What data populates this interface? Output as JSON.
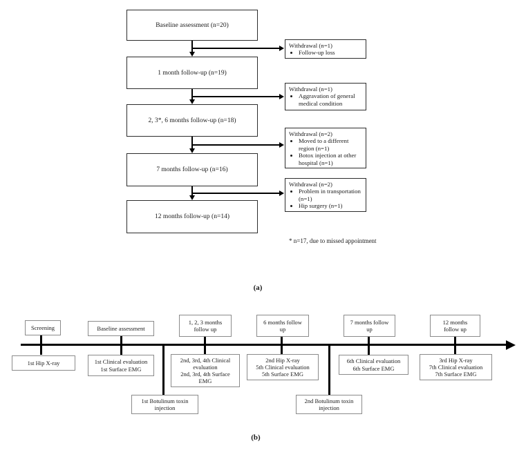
{
  "colors": {
    "flowchart_border": "#2b2b2b",
    "timeline_border": "#8a8a8a",
    "line": "#000000",
    "background": "#ffffff"
  },
  "panel_a": {
    "label": "(a)",
    "flow": [
      {
        "text": "Baseline assessment (n=20)"
      },
      {
        "text": "1 month follow-up (n=19)"
      },
      {
        "text": "2, 3*, 6 months follow-up (n=18)"
      },
      {
        "text": "7 months follow-up (n=16)"
      },
      {
        "text": "12 months follow-up (n=14)"
      }
    ],
    "withdrawals": [
      {
        "title": "Withdrawal (n=1)",
        "reasons": [
          "Follow-up loss"
        ]
      },
      {
        "title": "Withdrawal (n=1)",
        "reasons": [
          "Aggravation of general medical condition"
        ]
      },
      {
        "title": "Withdrawal (n=2)",
        "reasons": [
          "Moved to a different region (n=1)",
          "Botox injection at other hospital (n=1)"
        ]
      },
      {
        "title": "Withdrawal (n=2)",
        "reasons": [
          "Problem in transportation (n=1)",
          "Hip surgery (n=1)"
        ]
      }
    ],
    "footnote": "* n=17, due to missed appointment"
  },
  "panel_b": {
    "label": "(b)",
    "timeline_top": [
      {
        "text": "Screening"
      },
      {
        "text": "Baseline assessment"
      },
      {
        "text": "1, 2, 3 months\nfollow up"
      },
      {
        "text": "6 months follow\nup"
      },
      {
        "text": "7 months follow\nup"
      },
      {
        "text": "12 months\nfollow up"
      }
    ],
    "timeline_bottom": [
      {
        "text": "1st Hip X-ray"
      },
      {
        "text": "1st Clinical evaluation\n1st Surface EMG"
      },
      {
        "text": "2nd, 3rd, 4th Clinical\nevaluation\n2nd, 3rd, 4th Surface\nEMG"
      },
      {
        "text": "2nd Hip X-ray\n5th Clinical evaluation\n5th Surface EMG"
      },
      {
        "text": "6th Clinical evaluation\n6th Surface EMG"
      },
      {
        "text": "3rd Hip X-ray\n7th Clinical evaluation\n7th Surface EMG"
      }
    ],
    "injections": [
      {
        "text": "1st Botulinum toxin\ninjection"
      },
      {
        "text": "2nd Botulinum toxin\ninjection"
      }
    ]
  }
}
